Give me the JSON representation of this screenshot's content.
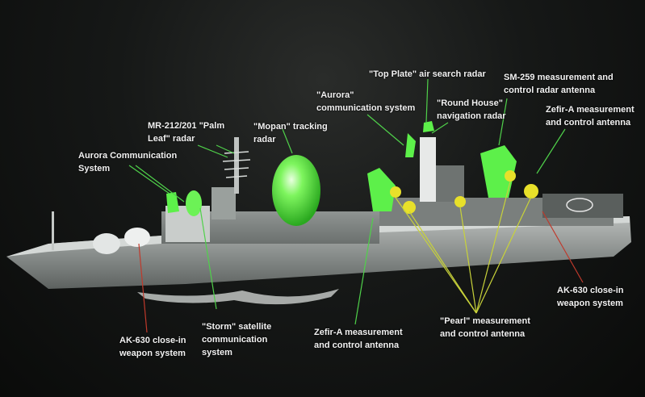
{
  "diagram": {
    "subject": "Measurement and tracking ship with labeled systems",
    "colors": {
      "highlight_green": "#5df04a",
      "highlight_yellow": "#e8e02a",
      "leader_green": "#4fd14a",
      "leader_yellow": "#c8d23a",
      "leader_red": "#c0392b",
      "label_text": "#f2f2f2"
    },
    "labels": {
      "top_plate": "\"Top Plate\" air search radar",
      "sm259_l1": "SM-259 measurement and",
      "sm259_l2": "control radar antenna",
      "aurora_comm_l1": "\"Aurora\"",
      "aurora_comm_l2": "communication system",
      "round_house_l1": "\"Round House\"",
      "round_house_l2": "navigation radar",
      "zefir_top_l1": "Zefir-A measurement",
      "zefir_top_l2": "and control antenna",
      "palm_leaf_l1": "MR-212/201 \"Palm",
      "palm_leaf_l2": "Leaf\" radar",
      "mopan_l1": "\"Mopan\" tracking",
      "mopan_l2": "radar",
      "aurora_fore_l1": "Aurora Communication",
      "aurora_fore_l2": "System",
      "ak630_fore_l1": "AK-630 close-in",
      "ak630_fore_l2": "weapon system",
      "storm_l1": "\"Storm\" satellite",
      "storm_l2": "communication",
      "storm_l3": "system",
      "zefir_bottom_l1": "Zefir-A measurement",
      "zefir_bottom_l2": "and control antenna",
      "pearl_l1": "\"Pearl\" measurement",
      "pearl_l2": "and control antenna",
      "ak630_aft_l1": "AK-630 close-in",
      "ak630_aft_l2": "weapon system"
    }
  }
}
